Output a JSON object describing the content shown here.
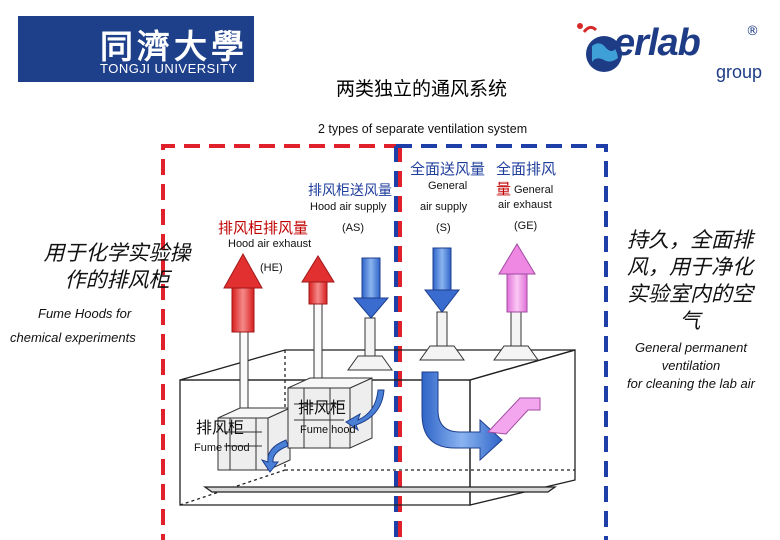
{
  "logos": {
    "tongji_cn": "同濟大學",
    "tongji_en": "TONGJI UNIVERSITY",
    "erlab_word": "erlab",
    "erlab_group": "group",
    "erlab_reg": "®"
  },
  "title": {
    "cn": "两类独立的通风系统",
    "en": "2 types of separate ventilation system"
  },
  "supply_labels": {
    "general_cn": "全面送风量",
    "general_en": "General",
    "general_en2": "air supply",
    "general_code": "(S)",
    "exhaust_cn_1": "全面排风",
    "exhaust_cn_2": "量",
    "exhaust_en": "General",
    "exhaust_en2": "air exhaust",
    "exhaust_code": "(GE)",
    "hood_supply_cn": "排风柜送风量",
    "hood_supply_en": "Hood air supply",
    "hood_supply_code": "(AS)",
    "hood_exhaust_cn": "排风柜排风量",
    "hood_exhaust_en": "Hood air exhaust",
    "hood_exhaust_code": "(HE)"
  },
  "left_callout": {
    "cn_1": "用于化学实验操",
    "cn_2": "作的排风柜",
    "en_1": "Fume Hoods for",
    "en_2": "chemical experiments"
  },
  "right_callout": {
    "cn_1": "持久，全面排",
    "cn_2": "风，用于净化",
    "cn_3": "实验室内的空",
    "cn_4": "气",
    "en_1": "General  permanent",
    "en_2": "ventilation",
    "en_3": "for cleaning the lab air"
  },
  "room_labels": {
    "hood1_cn": "排风柜",
    "hood1_en": "Fume hood",
    "hood2_cn": "排风柜",
    "hood2_en": "Fume hood"
  },
  "colors": {
    "red_dashed": "#e0202a",
    "blue_dashed": "#1f3fa8",
    "red_arrow": "#e53a3a",
    "blue_arrow": "#4a7fd6",
    "pink_arrow": "#f08fe0"
  }
}
